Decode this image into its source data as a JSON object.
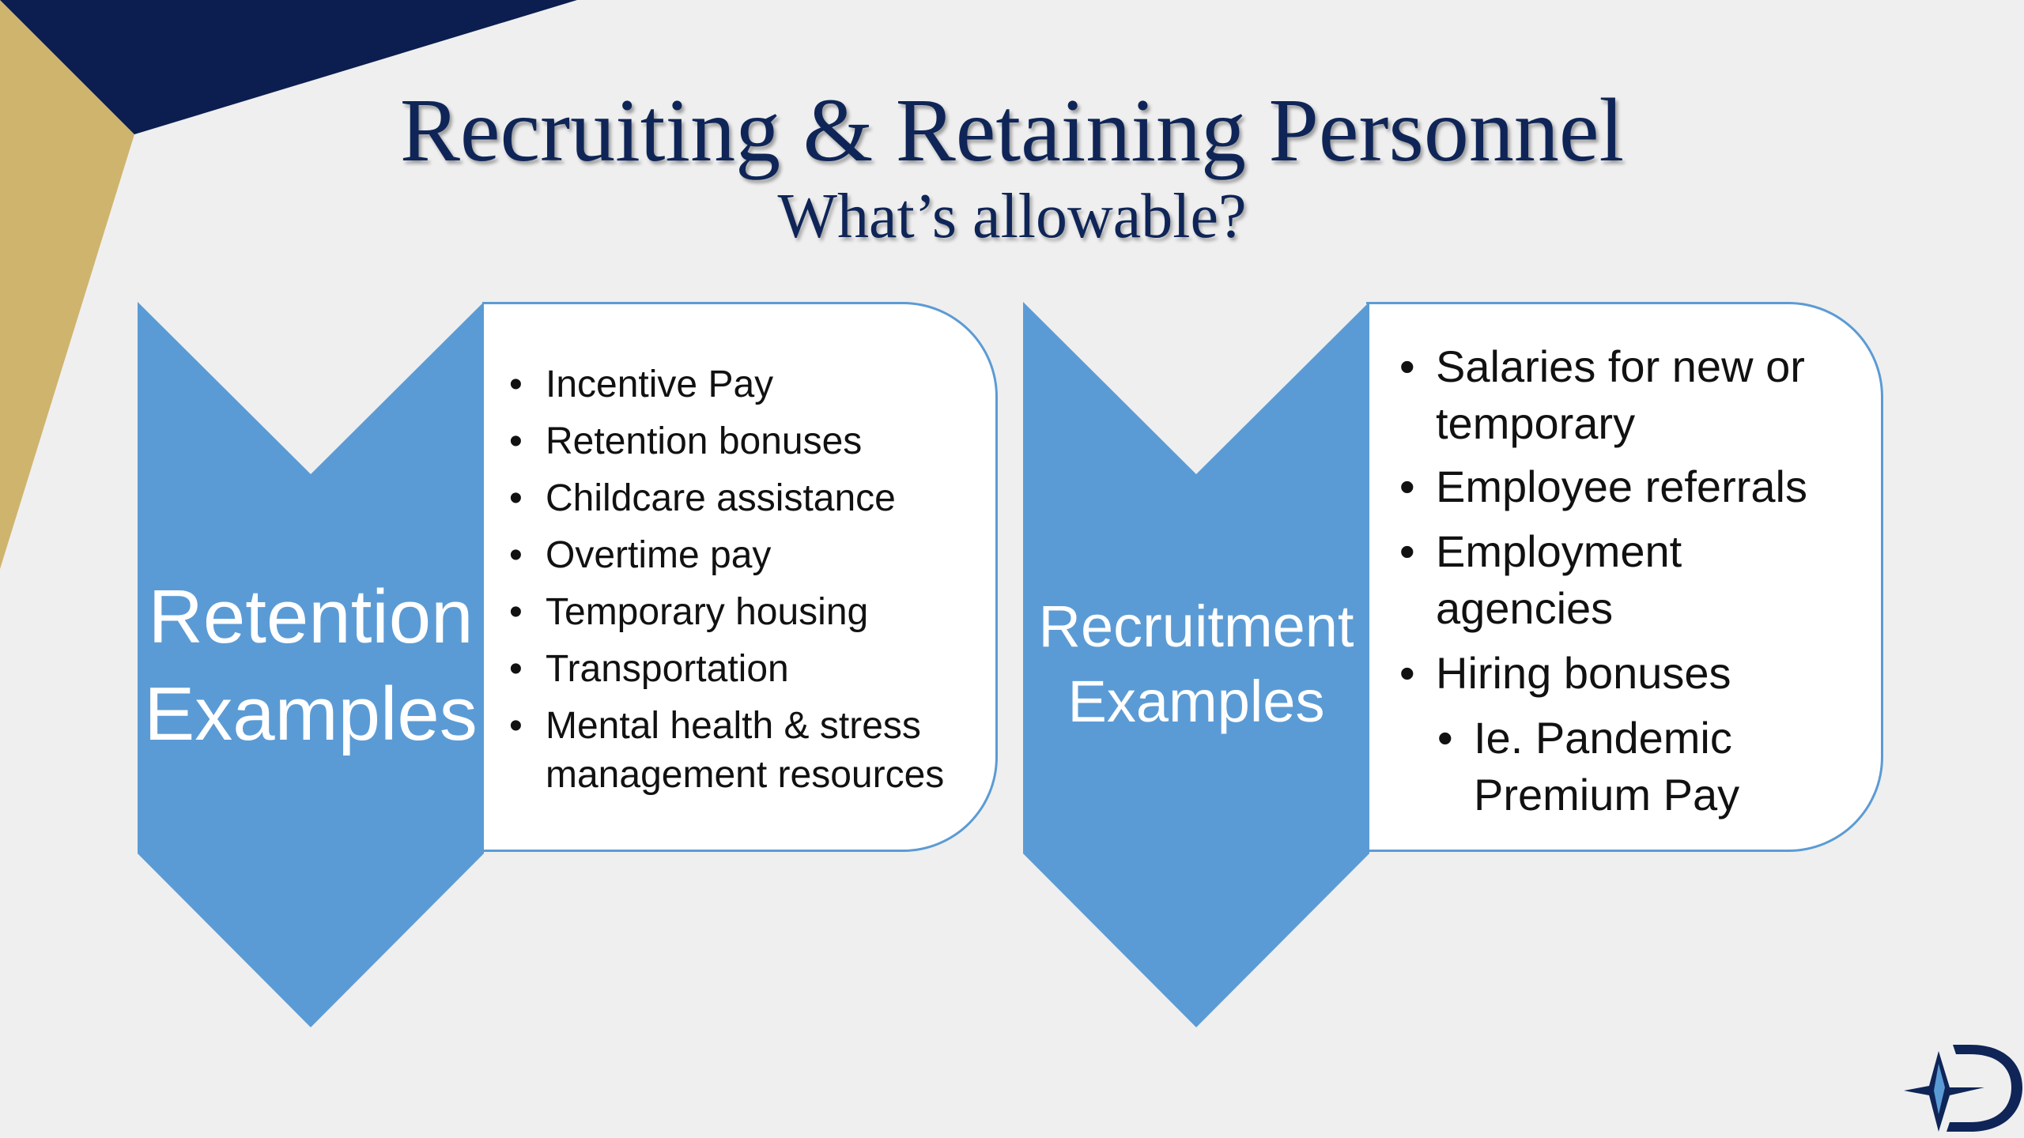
{
  "slide": {
    "title": "Recruiting & Retaining Personnel",
    "subtitle": "What’s allowable?"
  },
  "retention": {
    "label_line1": "Retention",
    "label_line2": "Examples",
    "items": [
      "Incentive Pay",
      "Retention bonuses",
      "Childcare assistance",
      "Overtime pay",
      "Temporary housing",
      "Transportation",
      "Mental health & stress",
      "management resources"
    ]
  },
  "recruitment": {
    "label_line1": "Recruitment",
    "label_line2": "Examples",
    "items": [
      "Salaries for new or",
      "temporary",
      "Employee referrals",
      "Employment",
      "agencies",
      "Hiring bonuses",
      "Ie. Pandemic",
      "Premium Pay"
    ]
  },
  "colors": {
    "navy": "#0f2557",
    "gold": "#cfb46e",
    "chevron_blue": "#5b9bd5",
    "panel_border": "#5b9bd5"
  },
  "icons": {
    "logo": "star-d-logo-icon"
  }
}
